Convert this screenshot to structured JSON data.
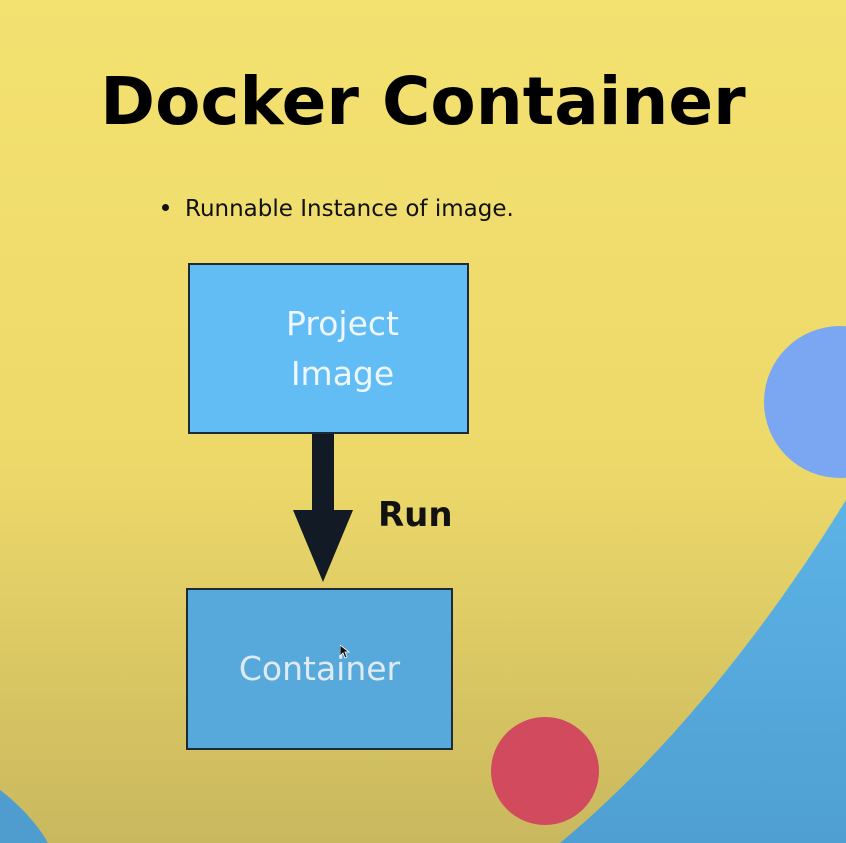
{
  "slide": {
    "title": "Docker Container",
    "bullets": [
      "Runnable Instance of image."
    ]
  },
  "diagram": {
    "source_box": {
      "line1": "Project",
      "line2": "Image"
    },
    "edge_label": "Run",
    "target_box": {
      "label": "Container"
    }
  },
  "colors": {
    "background_yellow": "#f1dc6b",
    "box_blue": "#62bdf4",
    "arrow_dark": "#111a25",
    "decor_blue": "#5aaee0",
    "decor_periwinkle": "#7aa6f2",
    "decor_red": "#d94a5c"
  },
  "icons": {
    "bullet": "bullet-dot",
    "pointer": "mouse-cursor-icon"
  }
}
